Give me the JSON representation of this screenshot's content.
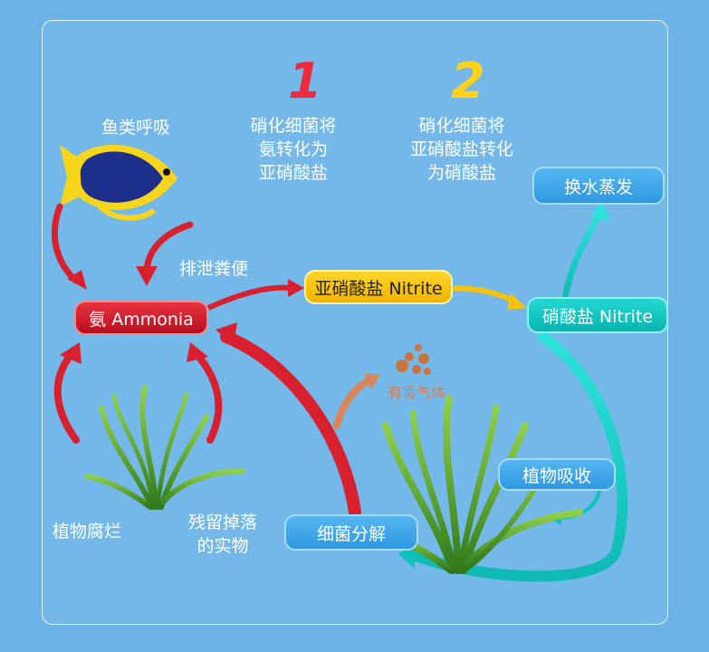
{
  "steps": {
    "step1": {
      "number": "1",
      "color": "#ee2a3f",
      "lines": [
        "硝化细菌将",
        "氨转化为",
        "亚硝酸盐"
      ]
    },
    "step2": {
      "number": "2",
      "color": "#ffd21a",
      "lines": [
        "硝化细菌将",
        "亚硝酸盐转化",
        "为硝酸盐"
      ]
    }
  },
  "labels": {
    "fish_respiration": "鱼类呼吸",
    "excretion": "排泄粪便",
    "plant_decay": "植物腐烂",
    "leftover_food": [
      "残留掉落",
      "的实物"
    ],
    "toxic_gas": "有毒气体"
  },
  "nodes": {
    "ammonia": "氨 Ammonia",
    "nitrite": "亚硝酸盐 Nitrite",
    "nitrate": "硝酸盐 Nitrite",
    "water_change": "换水蒸发",
    "plant_absorb": "植物吸收",
    "bacteria_decompose": "细菌分解"
  },
  "colors": {
    "background": "#6bb2e6",
    "ammonia_red": "#d01e2c",
    "nitrite_yellow": "#f7c20a",
    "nitrate_teal": "#17c9c3",
    "box_blue": "#3fa7ea"
  },
  "icons": [
    "fish-illustration",
    "aquatic-plant-illustration",
    "gas-bubbles-icon"
  ]
}
